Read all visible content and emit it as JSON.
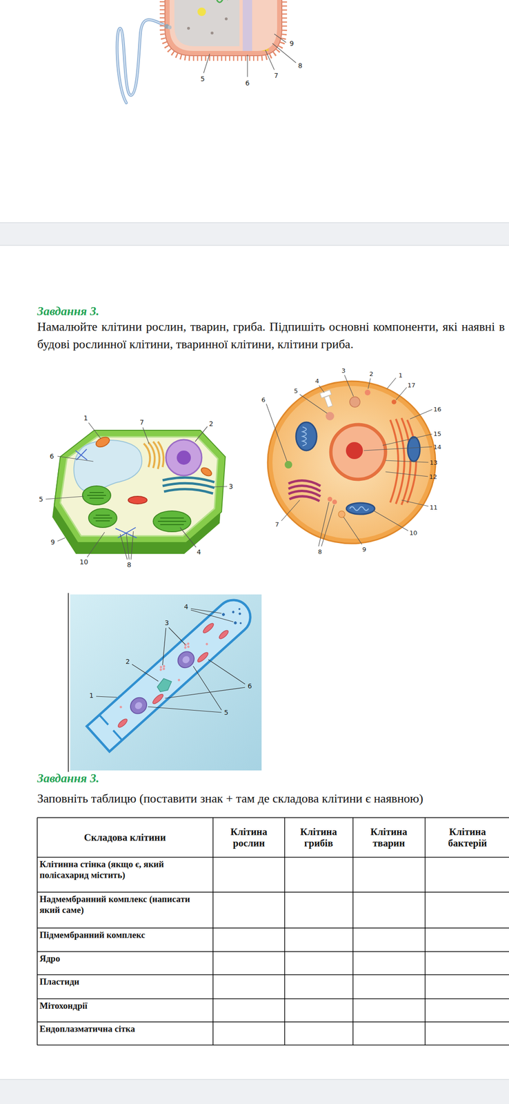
{
  "diagram": {
    "labels": [
      "5",
      "6",
      "7",
      "8",
      "9",
      "Завдання 3.",
      "Намалюйте клітини рослин, тварин, гриба. Підпишіть основні компоненти, які наявні в будові рослинної клітини, тваринної клітини, клітини гриба.",
      "1",
      "7",
      "2",
      "6",
      "3",
      "5",
      "4",
      "9",
      "10",
      "8",
      "3",
      "2",
      "1",
      "4",
      "17",
      "5",
      "6",
      "16",
      "15",
      "14",
      "13",
      "12",
      "11",
      "10",
      "7",
      "8",
      "9",
      "4",
      "3",
      "2",
      "1",
      "6",
      "5",
      "Завдання 3.",
      "Заповніть таблицю (поставити знак + там де складова клітини є наявною)",
      "Складова клітини",
      "Клітина рослин",
      "Клітина грибів",
      "Клітина тварин",
      "Клітина бактерій",
      "Клітинна стінка (якщо є, який полісахарид містить)",
      "Надмембранний комплекс (написати який саме)",
      "Підмембранний комплекс",
      "Ядро",
      "Пластиди",
      "Мітохондрії",
      "Ендоплазматична сітка"
    ]
  }
}
